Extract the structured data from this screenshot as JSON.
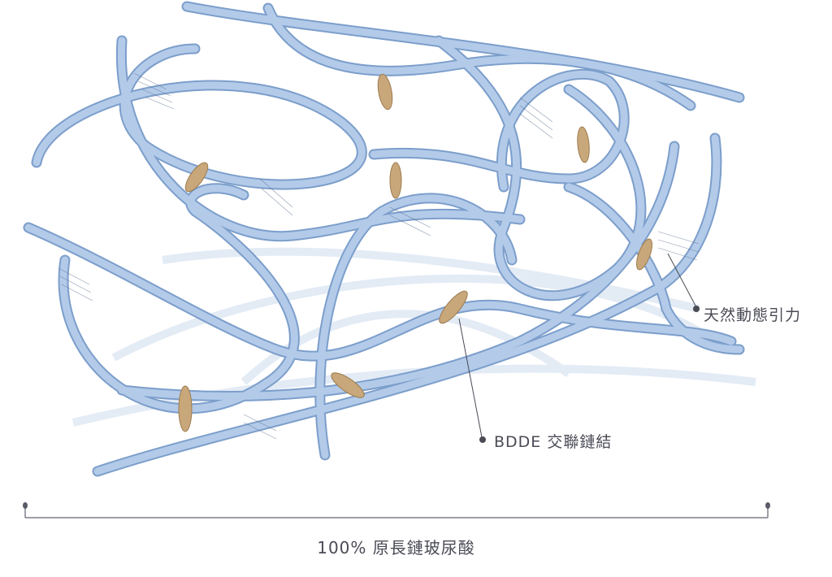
{
  "labels": {
    "natural_attraction": "天然動態引力",
    "bdde_crosslink": "BDDE 交聯鏈結",
    "hyaluronic_acid": "100% 原長鏈玻尿酸"
  },
  "colors": {
    "ribbon": "#a9c3e4",
    "ribbon_edge": "#6f93c2",
    "shadow": "#dbe6f3",
    "crosslinker": "#c8a77a",
    "text": "#4a4b55",
    "bracket": "#7d7f8a"
  }
}
